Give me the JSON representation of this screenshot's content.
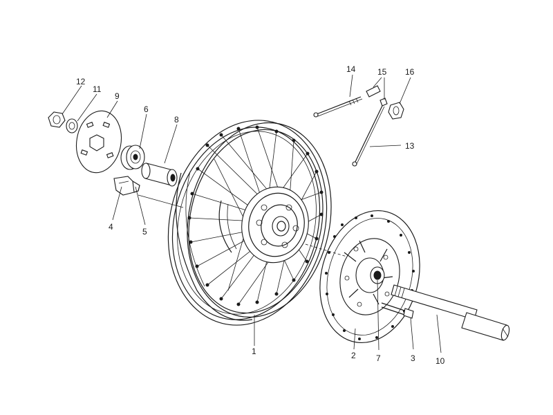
{
  "diagram": {
    "type": "exploded-parts-view",
    "callouts": [
      {
        "id": "c1",
        "label": "1"
      },
      {
        "id": "c2",
        "label": "2"
      },
      {
        "id": "c3",
        "label": "3"
      },
      {
        "id": "c4",
        "label": "4"
      },
      {
        "id": "c5",
        "label": "5"
      },
      {
        "id": "c6",
        "label": "6"
      },
      {
        "id": "c7",
        "label": "7"
      },
      {
        "id": "c8",
        "label": "8"
      },
      {
        "id": "c9",
        "label": "9"
      },
      {
        "id": "c10",
        "label": "10"
      },
      {
        "id": "c11",
        "label": "11"
      },
      {
        "id": "c12",
        "label": "12"
      },
      {
        "id": "c13",
        "label": "13"
      },
      {
        "id": "c14",
        "label": "14"
      },
      {
        "id": "c15",
        "label": "15"
      },
      {
        "id": "c16",
        "label": "16"
      }
    ],
    "colors": {
      "ink": "#1a1a1a",
      "background": "#ffffff"
    }
  }
}
